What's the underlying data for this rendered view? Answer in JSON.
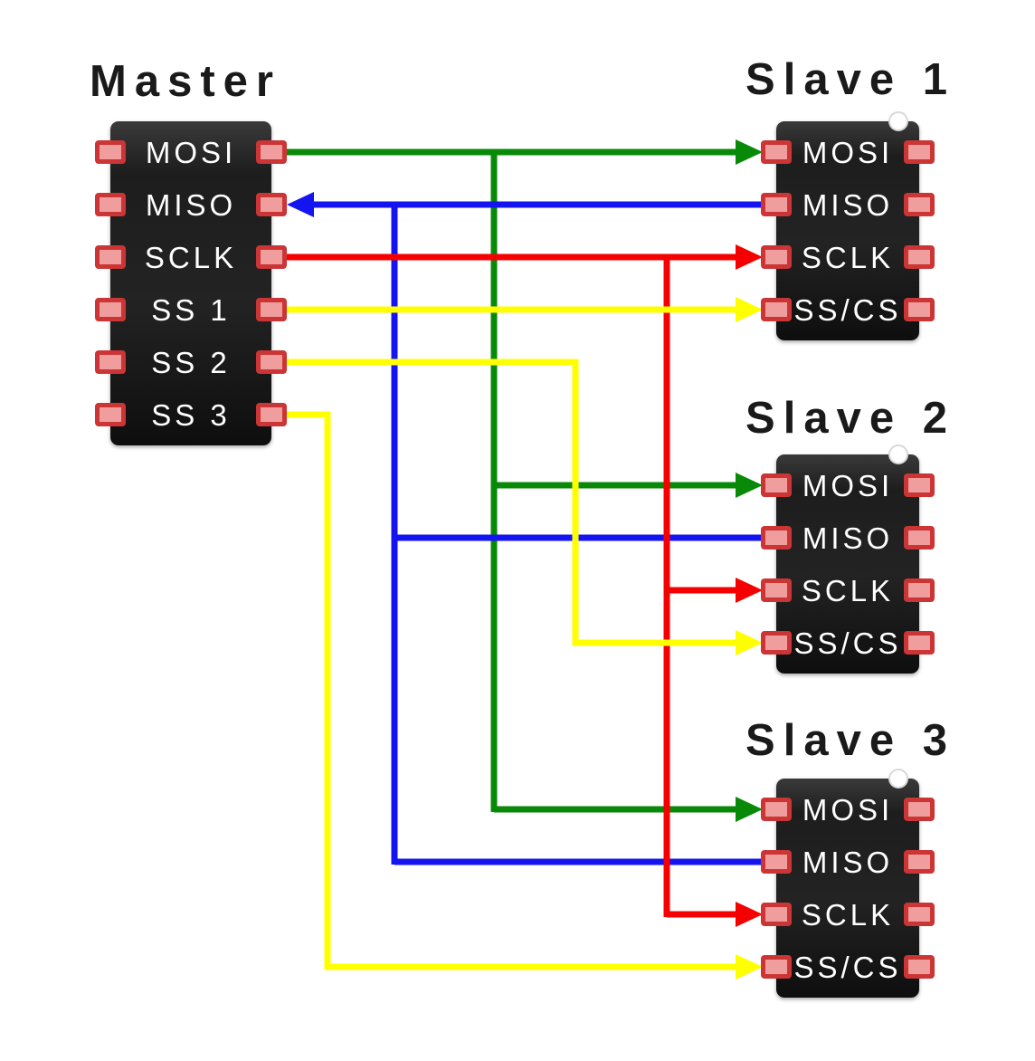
{
  "page": {
    "background": "#ffffff"
  },
  "colors": {
    "page-bg": "#ffffff",
    "mosi-wire": "#088a08",
    "miso-wire": "#1414f0",
    "sclk-wire": "#f50000",
    "ss-wire": "#ffff00",
    "chip-body": "#1d1d1d",
    "pad-fill": "#ef9d9d",
    "pad-border": "#cb3535",
    "pin-label": "#ffffff",
    "title-text": "#1a1a1a"
  },
  "master": {
    "title": "Master",
    "pins": [
      "MOSI",
      "MISO",
      "SCLK",
      "SS 1",
      "SS 2",
      "SS 3"
    ]
  },
  "slaves": [
    {
      "title": "Slave 1",
      "pins": [
        "MOSI",
        "MISO",
        "SCLK",
        "SS/CS"
      ]
    },
    {
      "title": "Slave 2",
      "pins": [
        "MOSI",
        "MISO",
        "SCLK",
        "SS/CS"
      ]
    },
    {
      "title": "Slave 3",
      "pins": [
        "MOSI",
        "MISO",
        "SCLK",
        "SS/CS"
      ]
    }
  ],
  "buses": [
    {
      "name": "MOSI",
      "color": "#088a08",
      "from": "Master MOSI",
      "to": [
        "Slave 1 MOSI",
        "Slave 2 MOSI",
        "Slave 3 MOSI"
      ]
    },
    {
      "name": "MISO",
      "color": "#1414f0",
      "from": "Slave 1 / Slave 2 / Slave 3 MISO",
      "to": [
        "Master MISO"
      ]
    },
    {
      "name": "SCLK",
      "color": "#f50000",
      "from": "Master SCLK",
      "to": [
        "Slave 1 SCLK",
        "Slave 2 SCLK",
        "Slave 3 SCLK"
      ]
    },
    {
      "name": "SS 1",
      "color": "#ffff00",
      "from": "Master SS 1",
      "to": [
        "Slave 1 SS/CS"
      ]
    },
    {
      "name": "SS 2",
      "color": "#ffff00",
      "from": "Master SS 2",
      "to": [
        "Slave 2 SS/CS"
      ]
    },
    {
      "name": "SS 3",
      "color": "#ffff00",
      "from": "Master SS 3",
      "to": [
        "Slave 3 SS/CS"
      ]
    }
  ]
}
